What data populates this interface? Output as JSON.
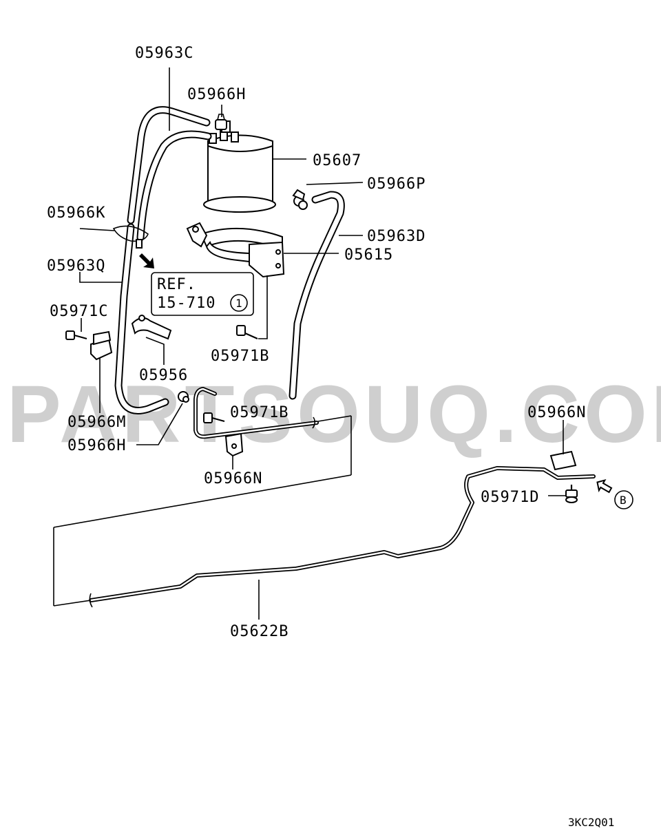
{
  "watermark": "PARTSOUQ.COM",
  "diagram_code": "3KC2Q01",
  "reference": {
    "line1": "REF.",
    "line2": "15-710",
    "circle": "1"
  },
  "view_marker": "B",
  "callouts": {
    "hose_upper_c": "05963C",
    "clamp_h_top": "05966H",
    "canister": "05607",
    "clamp_p": "05966P",
    "clamp_k": "05966K",
    "hose_d": "05963D",
    "bracket": "05615",
    "hose_q": "05963Q",
    "bolt_c": "05971C",
    "bolt_b_upper": "05971B",
    "clip_956": "05956",
    "bolt_b_lower": "05971B",
    "clamp_m": "05966M",
    "clamp_h_bottom": "05966H",
    "clamp_n_right": "05966N",
    "clamp_n_left": "05966N",
    "bolt_d": "05971D",
    "tube_b": "05622B"
  }
}
